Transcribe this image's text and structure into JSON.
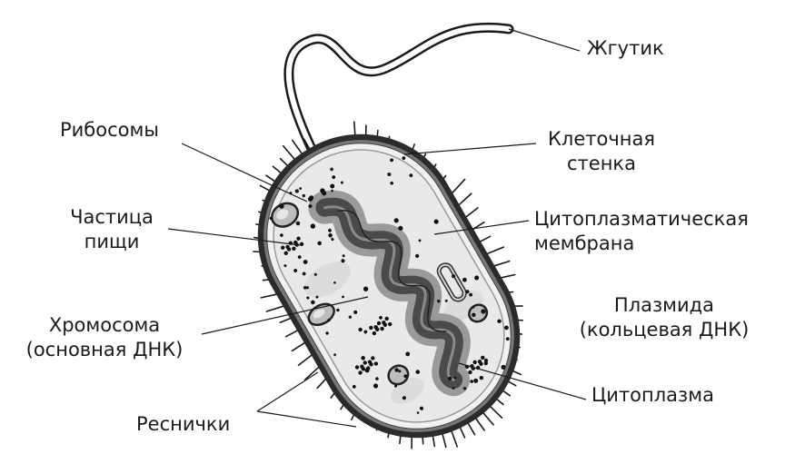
{
  "labels": {
    "flagellum": "Жгутик",
    "ribosomes": "Рибосомы",
    "cell_wall": [
      "Клеточная",
      "стенка"
    ],
    "food_particle": [
      "Частица",
      "пищи"
    ],
    "cytoplasmic_membrane": [
      "Цитоплазматическая",
      "мембрана"
    ],
    "plasmid": [
      "Плазмида",
      "(кольцевая ДНК)"
    ],
    "chromosome": [
      "Хромосома",
      "(основная ДНК)"
    ],
    "cytoplasm": "Цитоплазма",
    "pili": "Реснички"
  }
}
